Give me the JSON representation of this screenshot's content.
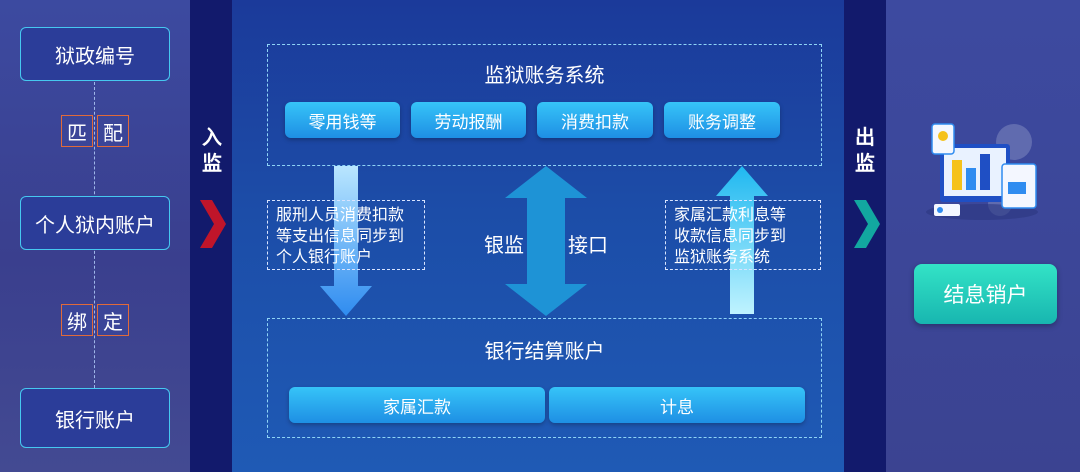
{
  "left": {
    "prison_number": "狱政编号",
    "match_chars": [
      "匹",
      "配"
    ],
    "personal_account": "个人狱内账户",
    "bind_chars": [
      "绑",
      "定"
    ],
    "bank_account": "银行账户"
  },
  "in_label": [
    "入",
    "监"
  ],
  "out_label": [
    "出",
    "监"
  ],
  "top_section": {
    "title": "监狱账务系统",
    "items": [
      "零用钱等",
      "劳动报酬",
      "消费扣款",
      "账务调整"
    ]
  },
  "middle": {
    "left_note": [
      "服刑人员消费扣款",
      "等支出信息同步到",
      "个人银行账户"
    ],
    "label_left": "银监",
    "label_right": "接口",
    "right_note": [
      "家属汇款利息等",
      "收款信息同步到",
      "监狱账务系统"
    ]
  },
  "bottom_section": {
    "title": "银行结算账户",
    "items": [
      "家属汇款",
      "计息"
    ]
  },
  "right": {
    "button_label": "结息销户"
  },
  "colors": {
    "accent_cyan": "#46c8f0",
    "pill_blue": "#1e8fe4",
    "teal_button": "#18b6b0",
    "arrow_red": "#c0152a",
    "arrow_teal": "#12a7a0"
  }
}
